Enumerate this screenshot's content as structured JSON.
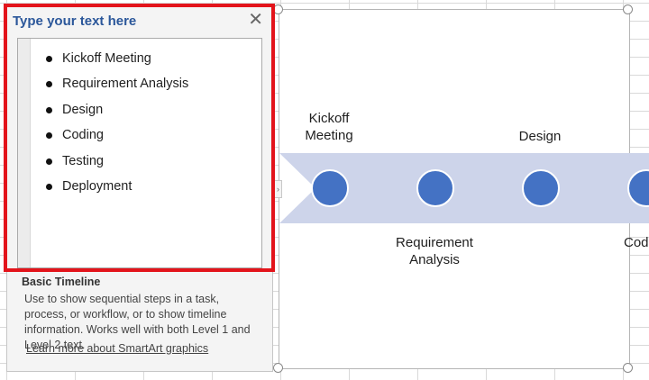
{
  "text_pane": {
    "title": "Type your text here",
    "close_glyph": "✕",
    "items": [
      "Kickoff Meeting",
      "Requirement Analysis",
      "Design",
      "Coding",
      "Testing",
      "Deployment"
    ],
    "description_title": "Basic Timeline",
    "description_text": "Use to show sequential steps in a task, process, or workflow, or to show timeline information. Works well with both Level 1 and Level 2 text.",
    "learn_more": "Learn more about SmartArt graphics",
    "expand_glyph": "›"
  },
  "timeline": {
    "labels_above": [
      "Kickoff",
      "Meeting",
      "Design"
    ],
    "labels_below": [
      "Requirement",
      "Analysis",
      "Cod"
    ]
  },
  "colors": {
    "highlight": "#e3141b",
    "node": "#4472c4",
    "arrow": "#cdd4ea",
    "title": "#2b579a"
  }
}
